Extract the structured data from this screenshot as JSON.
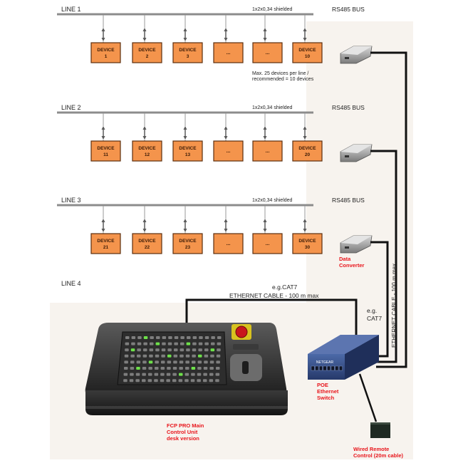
{
  "lines": [
    {
      "label": "LINE 1",
      "cable": "1x2x0,34 shielded",
      "bus": "RS485 BUS",
      "devices": [
        {
          "title": "DEVICE",
          "number": "1"
        },
        {
          "title": "DEVICE",
          "number": "2"
        },
        {
          "title": "DEVICE",
          "number": "3"
        },
        {
          "title": "...",
          "number": ""
        },
        {
          "title": "...",
          "number": ""
        },
        {
          "title": "DEVICE",
          "number": "10"
        }
      ]
    },
    {
      "label": "LINE 2",
      "cable": "1x2x0,34 shielded",
      "bus": "RS485 BUS",
      "devices": [
        {
          "title": "DEVICE",
          "number": "11"
        },
        {
          "title": "DEVICE",
          "number": "12"
        },
        {
          "title": "DEVICE",
          "number": "13"
        },
        {
          "title": "...",
          "number": ""
        },
        {
          "title": "...",
          "number": ""
        },
        {
          "title": "DEVICE",
          "number": "20"
        }
      ]
    },
    {
      "label": "LINE 3",
      "cable": "1x2x0,34 shielded",
      "bus": "RS485 BUS",
      "devices": [
        {
          "title": "DEVICE",
          "number": "21"
        },
        {
          "title": "DEVICE",
          "number": "22"
        },
        {
          "title": "DEVICE",
          "number": "23"
        },
        {
          "title": "...",
          "number": ""
        },
        {
          "title": "...",
          "number": ""
        },
        {
          "title": "DEVICE",
          "number": "30"
        }
      ]
    }
  ],
  "line4_label": "LINE 4",
  "max_note": [
    "Max. 25 devices per line /",
    "recommended  = 10 devices"
  ],
  "data_converter": [
    "Data",
    "Converter"
  ],
  "ethernet_top": [
    "e.g.CAT7",
    "ETHERNET CABLE - 100 m max"
  ],
  "ethernet_side": "ETHERNET CABLE - 100 m max",
  "cat7_side": [
    "e.g.",
    "CAT7"
  ],
  "poe_switch": [
    "POE",
    "Ethernet",
    "Switch"
  ],
  "switch_brand": "NETGEAR",
  "main_unit": [
    "FCP PRO Main",
    "Control Unit",
    "desk version"
  ],
  "remote": [
    "Wired Remote",
    "Control (20m cable)"
  ],
  "colors": {
    "device_fill": "#f4944c",
    "device_stroke": "#5c2e0e",
    "bus_line": "#8c8c8c",
    "red_label": "#e8151b",
    "cable": "#111111",
    "switch_blue": "#3a5794"
  }
}
